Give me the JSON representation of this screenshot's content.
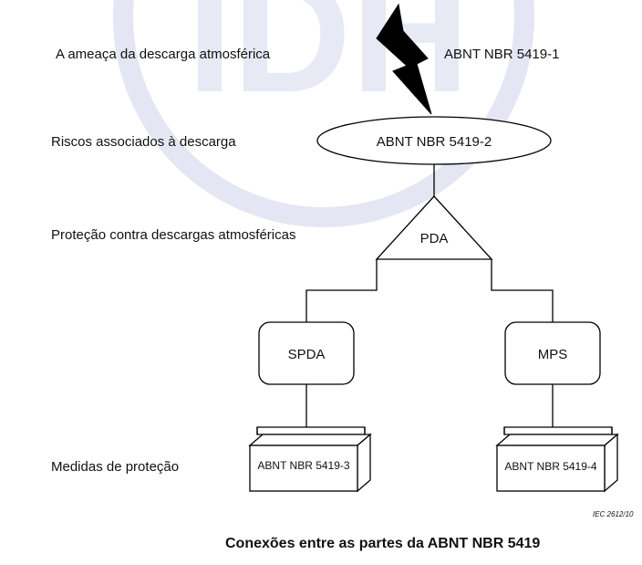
{
  "watermark": {
    "text": "IDH",
    "color": "#d9dcef"
  },
  "levels": {
    "threat": "A ameaça da descarga atmosférica",
    "risks": "Riscos associados à descarga",
    "protection": "Proteção contra descargas atmosféricas",
    "measures": "Medidas de proteção"
  },
  "nodes": {
    "part1": "ABNT NBR 5419-1",
    "part2": "ABNT NBR 5419-2",
    "pda": "PDA",
    "spda": "SPDA",
    "mps": "MPS",
    "part3": "ABNT NBR 5419-3",
    "part4": "ABNT NBR 5419-4"
  },
  "icons": {
    "lightning": "lightning-bolt-icon"
  },
  "reference": "IEC   2612/10",
  "caption": "Conexões entre as partes da ABNT NBR 5419"
}
